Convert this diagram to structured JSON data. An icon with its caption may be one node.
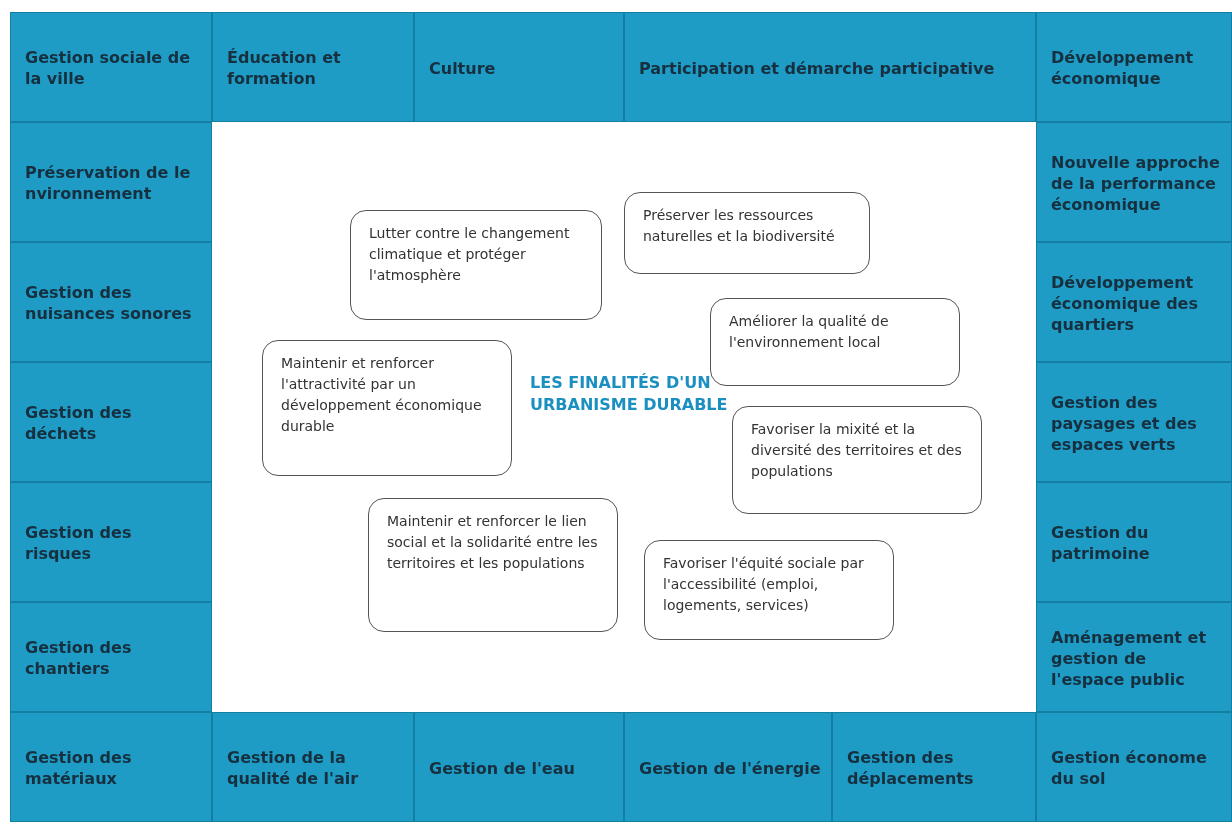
{
  "diagram": {
    "title": "LES FINALITÉS D'UN URBANISME DURABLE",
    "nodes": [
      {
        "text": [
          "Gestion sociale de la ville"
        ]
      },
      {
        "text": [
          "Éducation et formation"
        ]
      },
      {
        "text": [
          "Culture"
        ]
      },
      {
        "text": [
          "Participation et démarche participative"
        ]
      },
      {
        "text": [
          "Développement économique"
        ]
      },
      {
        "text": [
          "Préservation de le nvironnement"
        ]
      },
      {
        "text": [
          "Nouvelle approche de la performance économique"
        ]
      },
      {
        "text": [
          "Gestion des nuisances sonores"
        ]
      },
      {
        "text": [
          "Développement économique des quartiers"
        ]
      },
      {
        "text": [
          "Gestion des déchets"
        ]
      },
      {
        "text": [
          "Gestion des paysages et des espaces verts"
        ]
      },
      {
        "text": [
          "Gestion des risques"
        ]
      },
      {
        "text": [
          "Gestion du patrimoine"
        ]
      },
      {
        "text": [
          "Gestion des chantiers"
        ]
      },
      {
        "text": [
          "Aménagement et gestion de l'espace public"
        ]
      },
      {
        "text": [
          "Gestion des matériaux"
        ]
      },
      {
        "text": [
          "Gestion de la qualité de l'air"
        ]
      },
      {
        "text": [
          "Gestion de l'eau"
        ]
      },
      {
        "text": [
          "Gestion de l'énergie"
        ]
      },
      {
        "text": [
          "Gestion des déplacements"
        ]
      },
      {
        "text": [
          "Gestion économe du sol"
        ]
      },
      {
        "text": [
          "Préserver les ressources naturelles et la biodiversité"
        ]
      },
      {
        "text": [
          "Lutter contre le changement climatique et protéger l'atmosphère"
        ]
      },
      {
        "text": [
          "Améliorer la qualité de l'environnement local"
        ]
      },
      {
        "text": [
          "Maintenir et renforcer l'attractivité par un développement économique durable"
        ]
      },
      {
        "text": [
          "Favoriser la mixité et la diversité des territoires et des populations"
        ]
      },
      {
        "text": [
          "Maintenir et renforcer le lien social et la solidarité entre les territoires et les populations"
        ]
      },
      {
        "text": [
          "Favoriser l'équité sociale par l'accessibilité (emploi, logements, services)"
        ]
      }
    ],
    "edges": []
  }
}
